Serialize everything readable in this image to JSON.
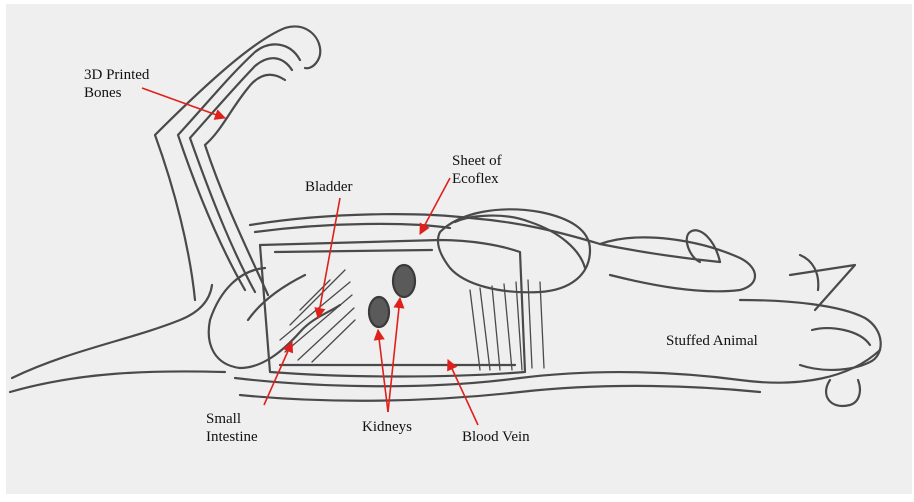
{
  "diagram": {
    "labels": {
      "bones": "3D Printed\nBones",
      "bladder": "Bladder",
      "sheet": "Sheet of\nEcoflex",
      "stuffed": "Stuffed Animal",
      "intestine": "Small\nIntestine",
      "kidneys": "Kidneys",
      "vein": "Blood Vein"
    },
    "colors": {
      "paper": "#efefef",
      "pencil": "#4a4a4a",
      "arrow": "#e0201b",
      "text": "#111111"
    }
  }
}
